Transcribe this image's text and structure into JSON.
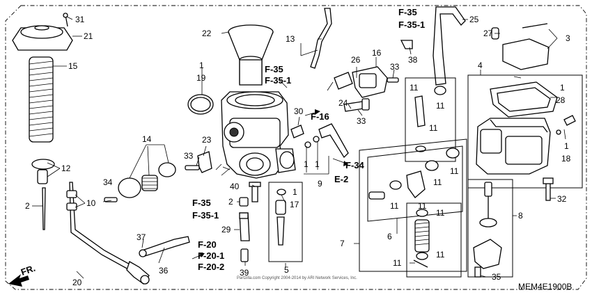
{
  "callouts": [
    "1",
    "2",
    "3",
    "4",
    "5",
    "6",
    "7",
    "8",
    "9",
    "10",
    "11",
    "12",
    "13",
    "14",
    "15",
    "16",
    "17",
    "18",
    "19",
    "20",
    "21",
    "22",
    "23",
    "24",
    "25",
    "26",
    "27",
    "28",
    "29",
    "30",
    "31",
    "32",
    "33",
    "34",
    "35",
    "36",
    "37",
    "38",
    "39",
    "40"
  ],
  "references": {
    "f35": "F-35",
    "f35_1": "F-35-1",
    "f16": "F-16",
    "f34": "F-34",
    "e2": "E-2",
    "f20": "F-20",
    "f20_1": "F-20-1",
    "f20_2": "F-20-2"
  },
  "front_marker": "FR.",
  "diagram_code": "MEM4E1900B",
  "copyright": "Partzilla.com Copyright 2004-2014 by ARI Network Services, Inc."
}
